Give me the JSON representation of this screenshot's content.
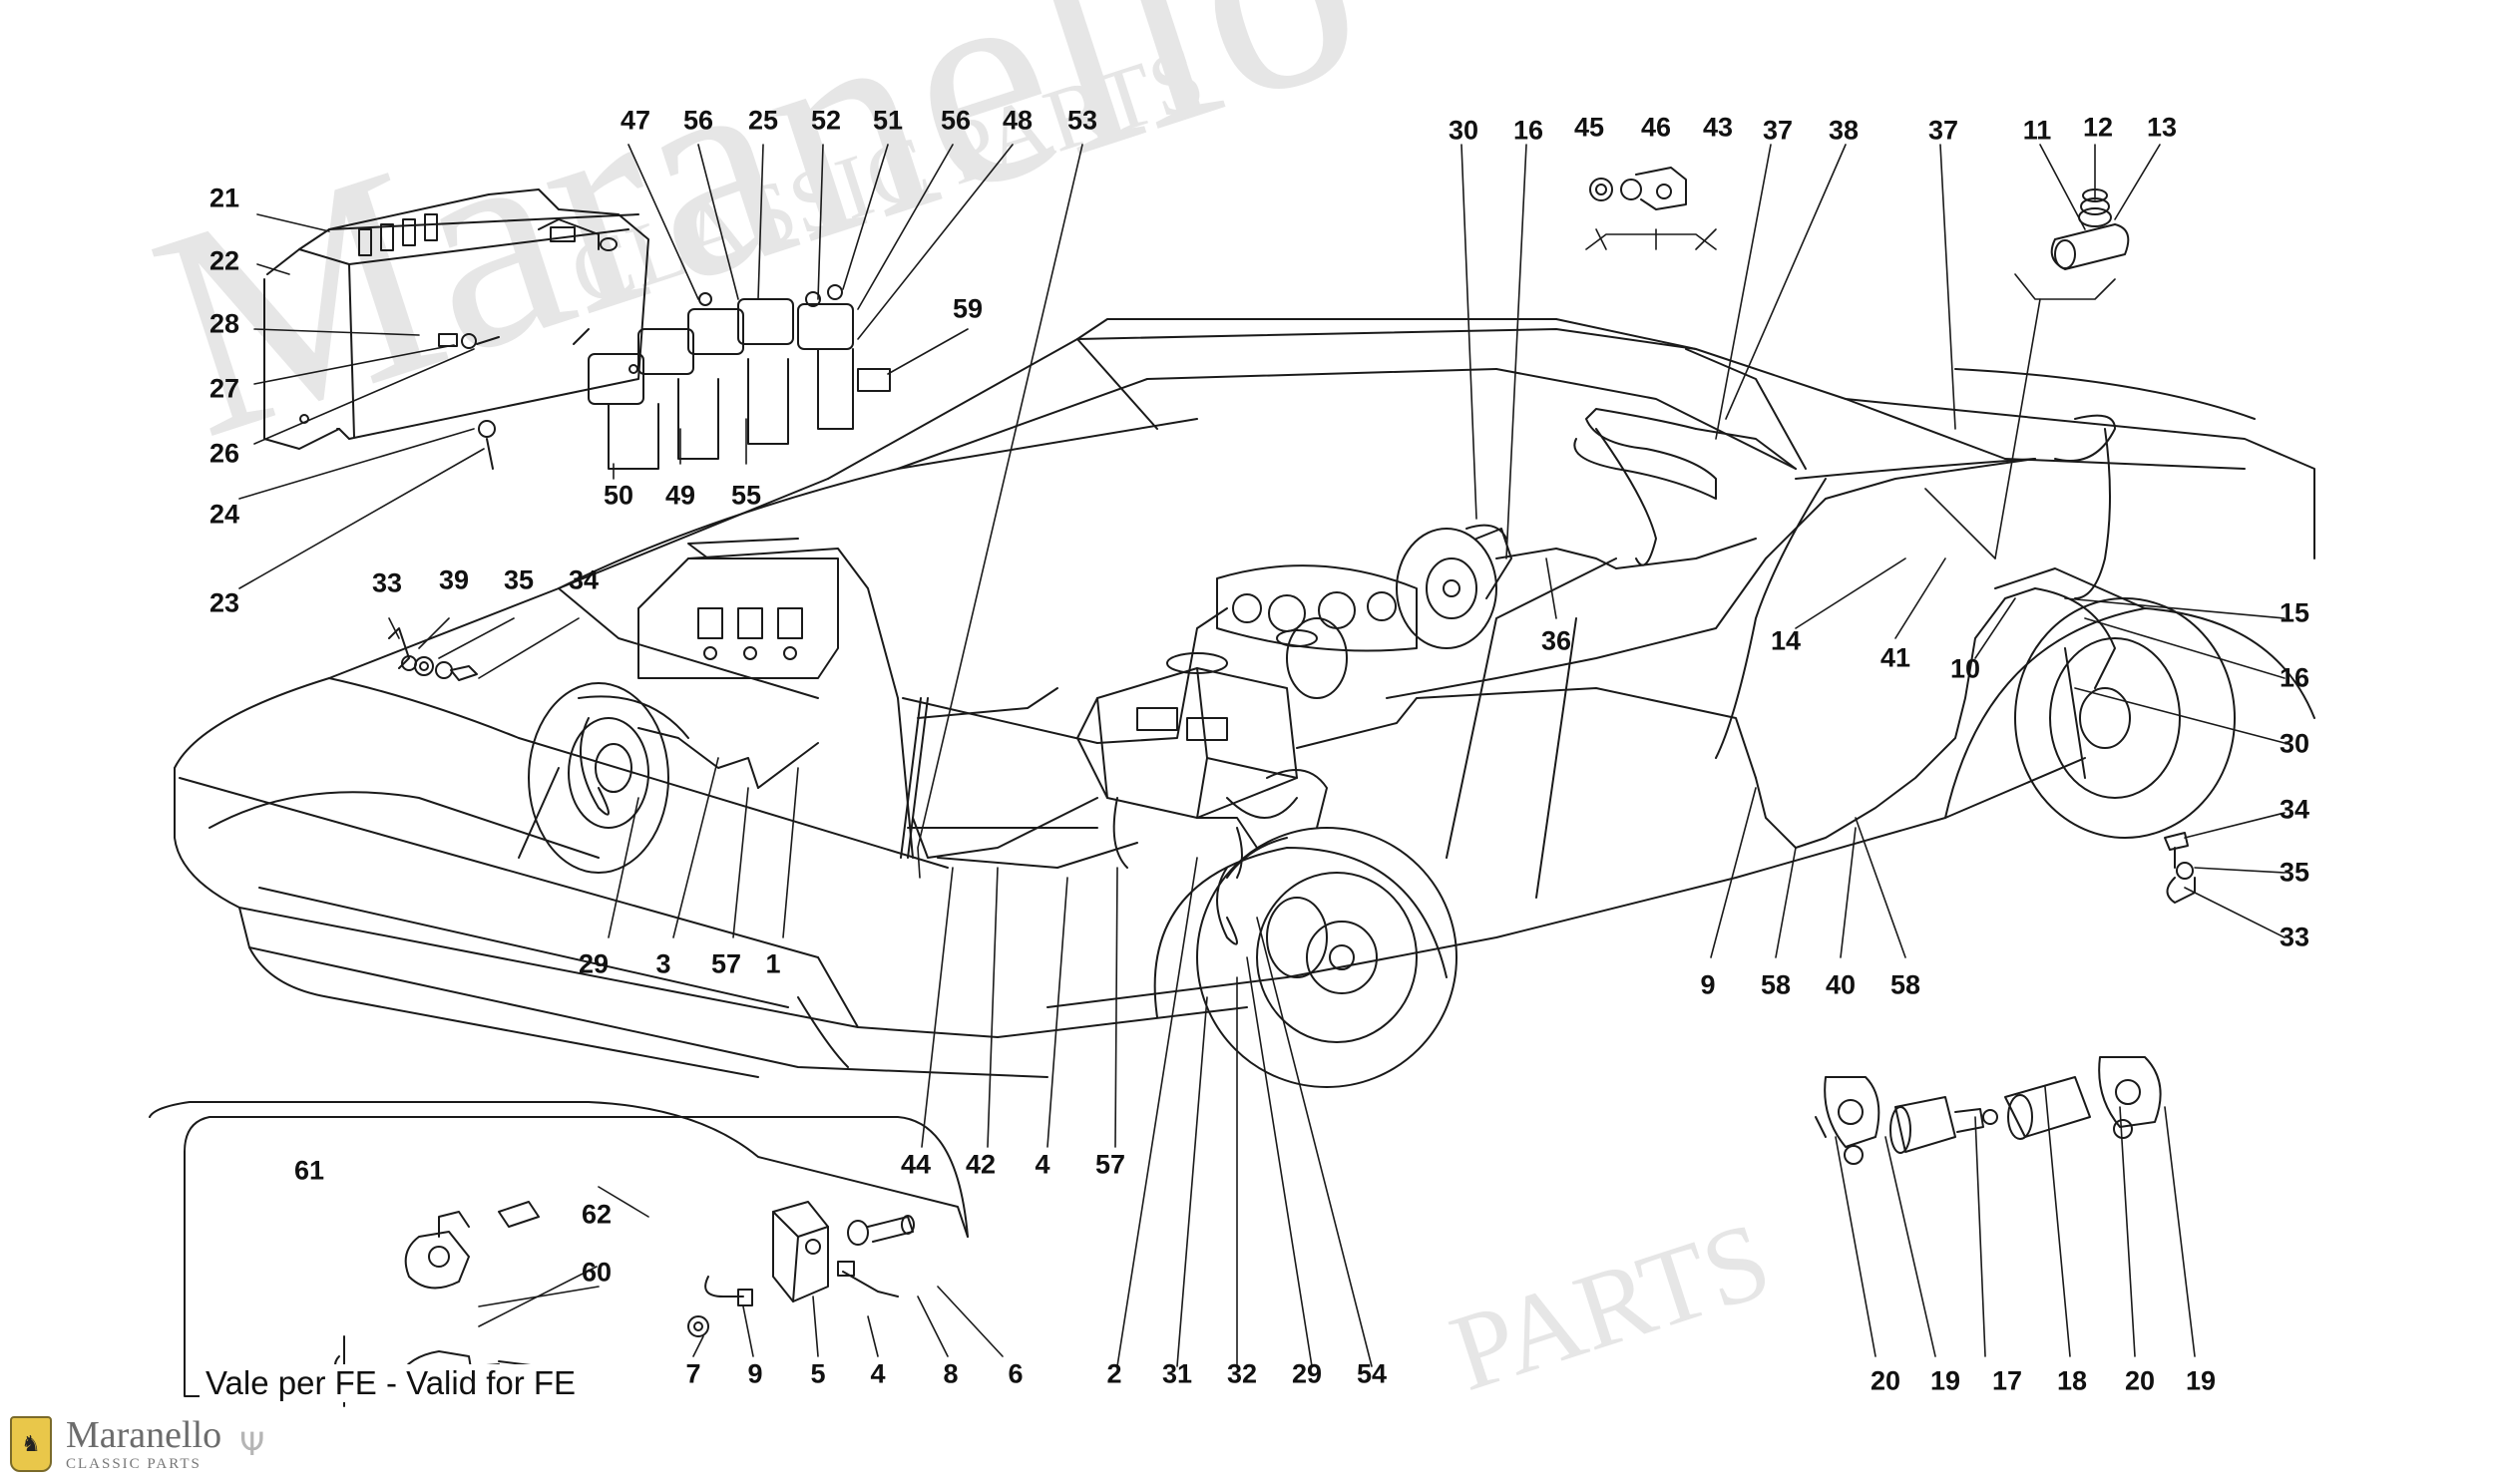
{
  "watermark": {
    "brand": "Maranello",
    "sub": "CLASSIC PARTS",
    "corner": "PARTS"
  },
  "logo": {
    "name": "Maranello",
    "sub": "CLASSIC PARTS"
  },
  "inset": {
    "caption": "Vale per FE - Valid for FE"
  },
  "callouts": [
    {
      "id": "c1",
      "label": "21"
    },
    {
      "id": "c2",
      "label": "22"
    },
    {
      "id": "c3",
      "label": "28"
    },
    {
      "id": "c4",
      "label": "27"
    },
    {
      "id": "c5",
      "label": "26"
    },
    {
      "id": "c6",
      "label": "24"
    },
    {
      "id": "c7",
      "label": "23"
    },
    {
      "id": "c8",
      "label": "47"
    },
    {
      "id": "c9",
      "label": "56"
    },
    {
      "id": "c10",
      "label": "25"
    },
    {
      "id": "c11",
      "label": "52"
    },
    {
      "id": "c12",
      "label": "51"
    },
    {
      "id": "c13",
      "label": "56"
    },
    {
      "id": "c14",
      "label": "48"
    },
    {
      "id": "c15",
      "label": "53"
    },
    {
      "id": "c16",
      "label": "59"
    },
    {
      "id": "c17",
      "label": "50"
    },
    {
      "id": "c18",
      "label": "49"
    },
    {
      "id": "c19",
      "label": "55"
    },
    {
      "id": "c20",
      "label": "33"
    },
    {
      "id": "c21",
      "label": "39"
    },
    {
      "id": "c22",
      "label": "35"
    },
    {
      "id": "c23",
      "label": "34"
    },
    {
      "id": "c24",
      "label": "29"
    },
    {
      "id": "c25",
      "label": "3"
    },
    {
      "id": "c26",
      "label": "57"
    },
    {
      "id": "c27",
      "label": "1"
    },
    {
      "id": "c28",
      "label": "44"
    },
    {
      "id": "c29",
      "label": "42"
    },
    {
      "id": "c30",
      "label": "4"
    },
    {
      "id": "c31",
      "label": "57"
    },
    {
      "id": "c32",
      "label": "2"
    },
    {
      "id": "c33",
      "label": "31"
    },
    {
      "id": "c34",
      "label": "32"
    },
    {
      "id": "c35",
      "label": "29"
    },
    {
      "id": "c36",
      "label": "54"
    },
    {
      "id": "c37",
      "label": "61"
    },
    {
      "id": "c38",
      "label": "62"
    },
    {
      "id": "c39",
      "label": "60"
    },
    {
      "id": "c40",
      "label": "7"
    },
    {
      "id": "c41",
      "label": "9"
    },
    {
      "id": "c42",
      "label": "5"
    },
    {
      "id": "c43",
      "label": "4"
    },
    {
      "id": "c44",
      "label": "8"
    },
    {
      "id": "c45",
      "label": "6"
    },
    {
      "id": "c46",
      "label": "30"
    },
    {
      "id": "c47",
      "label": "16"
    },
    {
      "id": "c48",
      "label": "45"
    },
    {
      "id": "c49",
      "label": "46"
    },
    {
      "id": "c50",
      "label": "43"
    },
    {
      "id": "c51",
      "label": "37"
    },
    {
      "id": "c52",
      "label": "38"
    },
    {
      "id": "c53",
      "label": "37"
    },
    {
      "id": "c54",
      "label": "11"
    },
    {
      "id": "c55",
      "label": "12"
    },
    {
      "id": "c56",
      "label": "13"
    },
    {
      "id": "c57",
      "label": "36"
    },
    {
      "id": "c58",
      "label": "14"
    },
    {
      "id": "c59",
      "label": "41"
    },
    {
      "id": "c60",
      "label": "10"
    },
    {
      "id": "c61",
      "label": "15"
    },
    {
      "id": "c62",
      "label": "16"
    },
    {
      "id": "c63",
      "label": "30"
    },
    {
      "id": "c64",
      "label": "34"
    },
    {
      "id": "c65",
      "label": "35"
    },
    {
      "id": "c66",
      "label": "33"
    },
    {
      "id": "c67",
      "label": "9"
    },
    {
      "id": "c68",
      "label": "58"
    },
    {
      "id": "c69",
      "label": "40"
    },
    {
      "id": "c70",
      "label": "58"
    },
    {
      "id": "c71",
      "label": "20"
    },
    {
      "id": "c72",
      "label": "19"
    },
    {
      "id": "c73",
      "label": "17"
    },
    {
      "id": "c74",
      "label": "18"
    },
    {
      "id": "c75",
      "label": "20"
    },
    {
      "id": "c76",
      "label": "19"
    }
  ]
}
